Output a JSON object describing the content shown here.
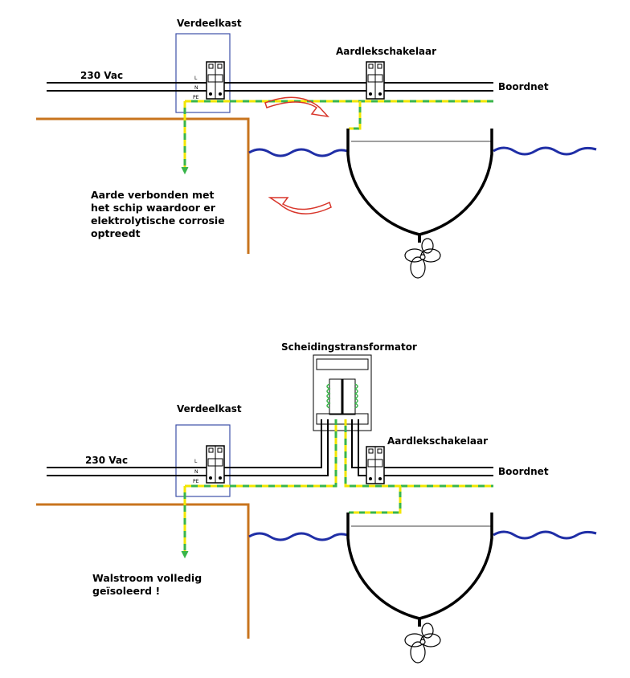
{
  "top": {
    "distribution_box_label": "Verdeelkast",
    "supply_label": "230 Vac",
    "rcd_label": "Aardlekschakelaar",
    "ship_grid_label": "Boordnet",
    "terminals": [
      "L",
      "N",
      "PE"
    ],
    "note_lines": [
      "Aarde verbonden met",
      "het schip waardoor er",
      "elektrolytische corrosie",
      "optreedt"
    ]
  },
  "bottom": {
    "transformer_label": "Scheidingstransformator",
    "distribution_box_label": "Verdeelkast",
    "supply_label": "230 Vac",
    "rcd_label": "Aardlekschakelaar",
    "ship_grid_label": "Boordnet",
    "terminals": [
      "L",
      "N",
      "PE"
    ],
    "note_lines": [
      "Walstroom volledig",
      "geïsoleerd !"
    ]
  },
  "colors": {
    "quay": "#c8741e",
    "water": "#1f2ea6",
    "earth_green": "#39b54a",
    "earth_yellow": "#f2e600",
    "box_border": "#3d4fa8",
    "corrosion_arrow": "#d8362b"
  },
  "icons": [
    "distribution-box-icon",
    "rcd-switch-icon",
    "isolation-transformer-icon",
    "boat-hull-icon",
    "propeller-icon",
    "corrosion-arrow-icon",
    "water-wave-icon",
    "quay-icon"
  ]
}
